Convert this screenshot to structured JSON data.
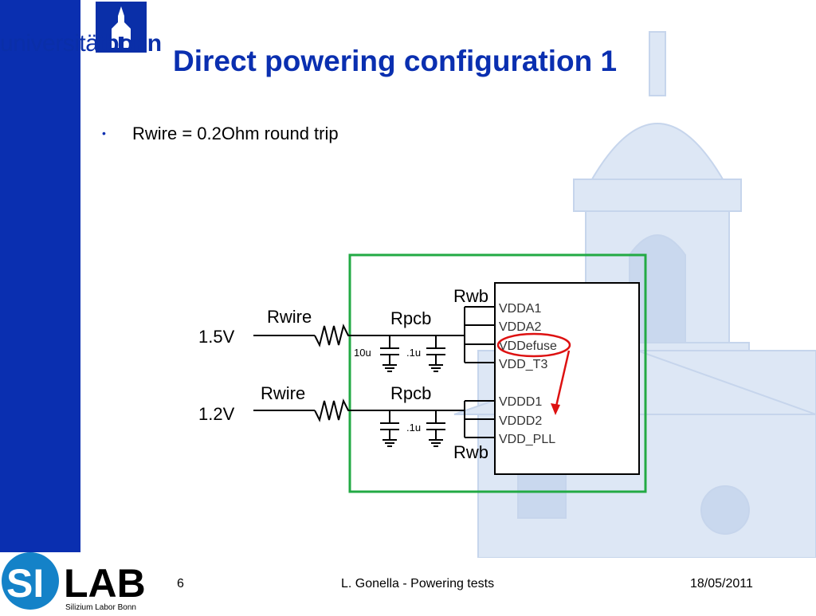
{
  "logo": {
    "university_prefix": "universität",
    "university_suffix": "bonn",
    "lab_short": "SI",
    "lab_name": "LAB",
    "lab_subtitle": "Silizium Labor Bonn"
  },
  "slide": {
    "title": "Direct powering configuration 1",
    "bullets": [
      "Rwire = 0.2Ohm round trip"
    ]
  },
  "schematic": {
    "rails": [
      {
        "voltage": "1.5V",
        "wire_label": "Rwire",
        "pcb_label": "Rpcb",
        "cap_labels": [
          "10u",
          ".1u"
        ]
      },
      {
        "voltage": "1.2V",
        "wire_label": "Rwire",
        "pcb_label": "Rpcb",
        "cap_labels": [
          ".1u"
        ]
      }
    ],
    "rwb_labels": [
      "Rwb",
      "Rwb"
    ],
    "pins_top": [
      "VDDA1",
      "VDDA2",
      "VDDefuse",
      "VDD_T3"
    ],
    "pins_bottom": [
      "VDDD1",
      "VDDD2",
      "VDD_PLL"
    ],
    "box_color": "#22aa44",
    "highlight_color": "#dd1111"
  },
  "footer": {
    "page": "6",
    "center": "L. Gonella - Powering tests",
    "date": "18/05/2011"
  },
  "colors": {
    "primary_blue": "#0a2fb0",
    "background_art": "#dbe5f4"
  }
}
